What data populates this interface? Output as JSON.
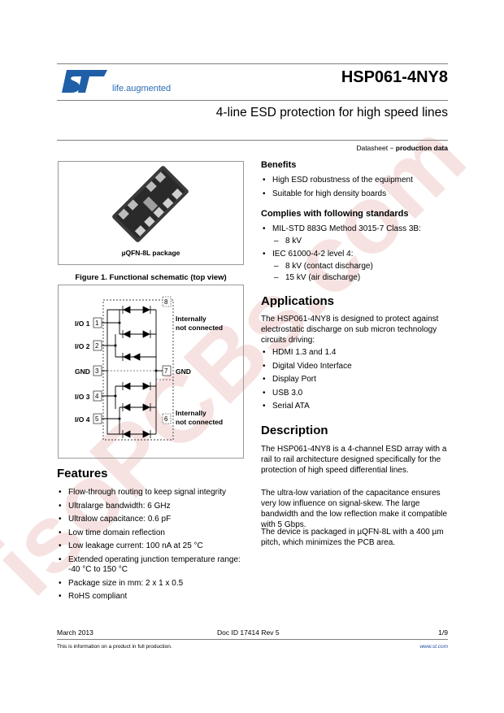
{
  "header": {
    "logo_tagline": "life.augmented",
    "part_number": "HSP061-4NY8",
    "subtitle": "4-line ESD protection for high speed lines",
    "datasheet_label": "Datasheet",
    "datasheet_dash": " − ",
    "datasheet_status": "production data"
  },
  "package": {
    "caption": "µQFN-8L package"
  },
  "figure1": {
    "caption": "Figure 1. Functional schematic (top view)",
    "pins_left": [
      {
        "label": "I/O 1",
        "num": "1"
      },
      {
        "label": "I/O 2",
        "num": "2"
      },
      {
        "label": "GND",
        "num": "3"
      },
      {
        "label": "I/O 3",
        "num": "4"
      },
      {
        "label": "I/O 4",
        "num": "5"
      }
    ],
    "pins_right": [
      {
        "num": "8",
        "label_line1": "Internally",
        "label_line2": "not connected"
      },
      {
        "num": "7",
        "label_line1": "GND",
        "label_line2": ""
      },
      {
        "num": "6",
        "label_line1": "Internally",
        "label_line2": "not connected"
      }
    ]
  },
  "features": {
    "title": "Features",
    "items": [
      "Flow-through routing to keep signal integrity",
      "Ultralarge bandwidth: 6 GHz",
      "Ultralow capacitance: 0.6 pF",
      "Low time domain reflection",
      "Low leakage current: 100 nA at 25 °C",
      "Extended operating junction temperature range: -40 °C to 150 °C",
      "Package size in mm: 2 x 1 x 0.5",
      "RoHS compliant"
    ]
  },
  "benefits": {
    "title": "Benefits",
    "items": [
      "High ESD robustness of the equipment",
      "Suitable for high density boards"
    ]
  },
  "standards": {
    "title": "Complies with following standards",
    "item1": "MIL-STD 883G Method 3015-7 Class 3B:",
    "item1_sub": "8 kV",
    "item2": "IEC 61000-4-2 level 4:",
    "item2_sub1": "8 kV (contact discharge)",
    "item2_sub2": "15 kV (air discharge)"
  },
  "applications": {
    "title": "Applications",
    "intro": "The HSP061-4NY8 is designed to protect against electrostatic discharge on sub micron technology circuits driving:",
    "items": [
      "HDMI 1.3 and 1.4",
      "Digital Video Interface",
      "Display Port",
      "USB 3.0",
      "Serial ATA"
    ]
  },
  "description": {
    "title": "Description",
    "p1": "The HSP061-4NY8 is a 4-channel ESD array with a rail to rail architecture designed specifically for the protection of high speed differential lines.",
    "p2": "The ultra-low variation of the capacitance ensures very low influence on signal-skew. The large bandwidth and the low reflection make it compatible with 5 Gbps.",
    "p3": "The device is packaged in µQFN-8L with a 400 µm pitch, which minimizes the PCB area."
  },
  "footer": {
    "date": "March 2013",
    "doc_id": "Doc ID 17414 Rev 5",
    "page": "1/9",
    "note": "This is information on a product in full production.",
    "url": "www.st.com"
  },
  "watermark": {
    "text": "isoPCBs.com",
    "color": "#c0392b"
  },
  "colors": {
    "st_blue": "#1f5fa8",
    "link_blue": "#1f4fa0"
  }
}
